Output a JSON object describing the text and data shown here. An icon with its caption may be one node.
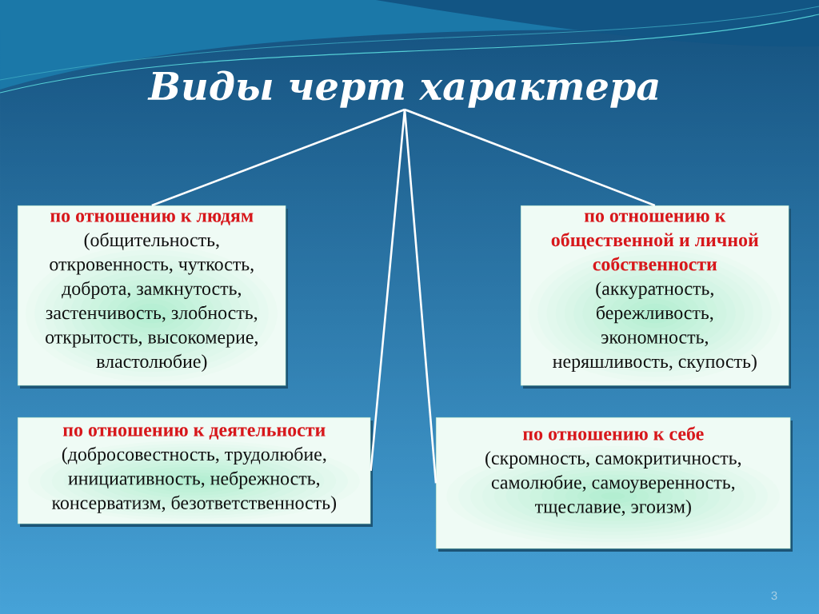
{
  "diagram": {
    "nodes": [
      {
        "text": [
          "Виды черт характера"
        ]
      },
      {
        "text": [
          "по отношению к людям",
          "(общительность, откровенность, чуткость, доброта, замкнутость, застенчивость, злобность, открытость, высокомерие, властолюбие)"
        ]
      },
      {
        "text": [
          "по отношению к общественной и личной собственности",
          "(аккуратность, бережливость, экономность, неряшливость, скупость)"
        ]
      },
      {
        "text": [
          "по отношению к деятельности",
          "(добросовестность, трудолюбие, инициативность, небрежность, консерватизм, безответственность)"
        ]
      },
      {
        "text": [
          "по отношению к себе",
          "(скромность, самокритичность, самолюбие, самоуверенность, тщеславие, эгоизм)"
        ]
      }
    ],
    "edges": [
      {
        "from": 0,
        "to": 1,
        "arrow": "none"
      },
      {
        "from": 0,
        "to": 2,
        "arrow": "none"
      },
      {
        "from": 0,
        "to": 3,
        "arrow": "none"
      },
      {
        "from": 0,
        "to": 4,
        "arrow": "none"
      }
    ],
    "labels": [
      "3"
    ]
  }
}
